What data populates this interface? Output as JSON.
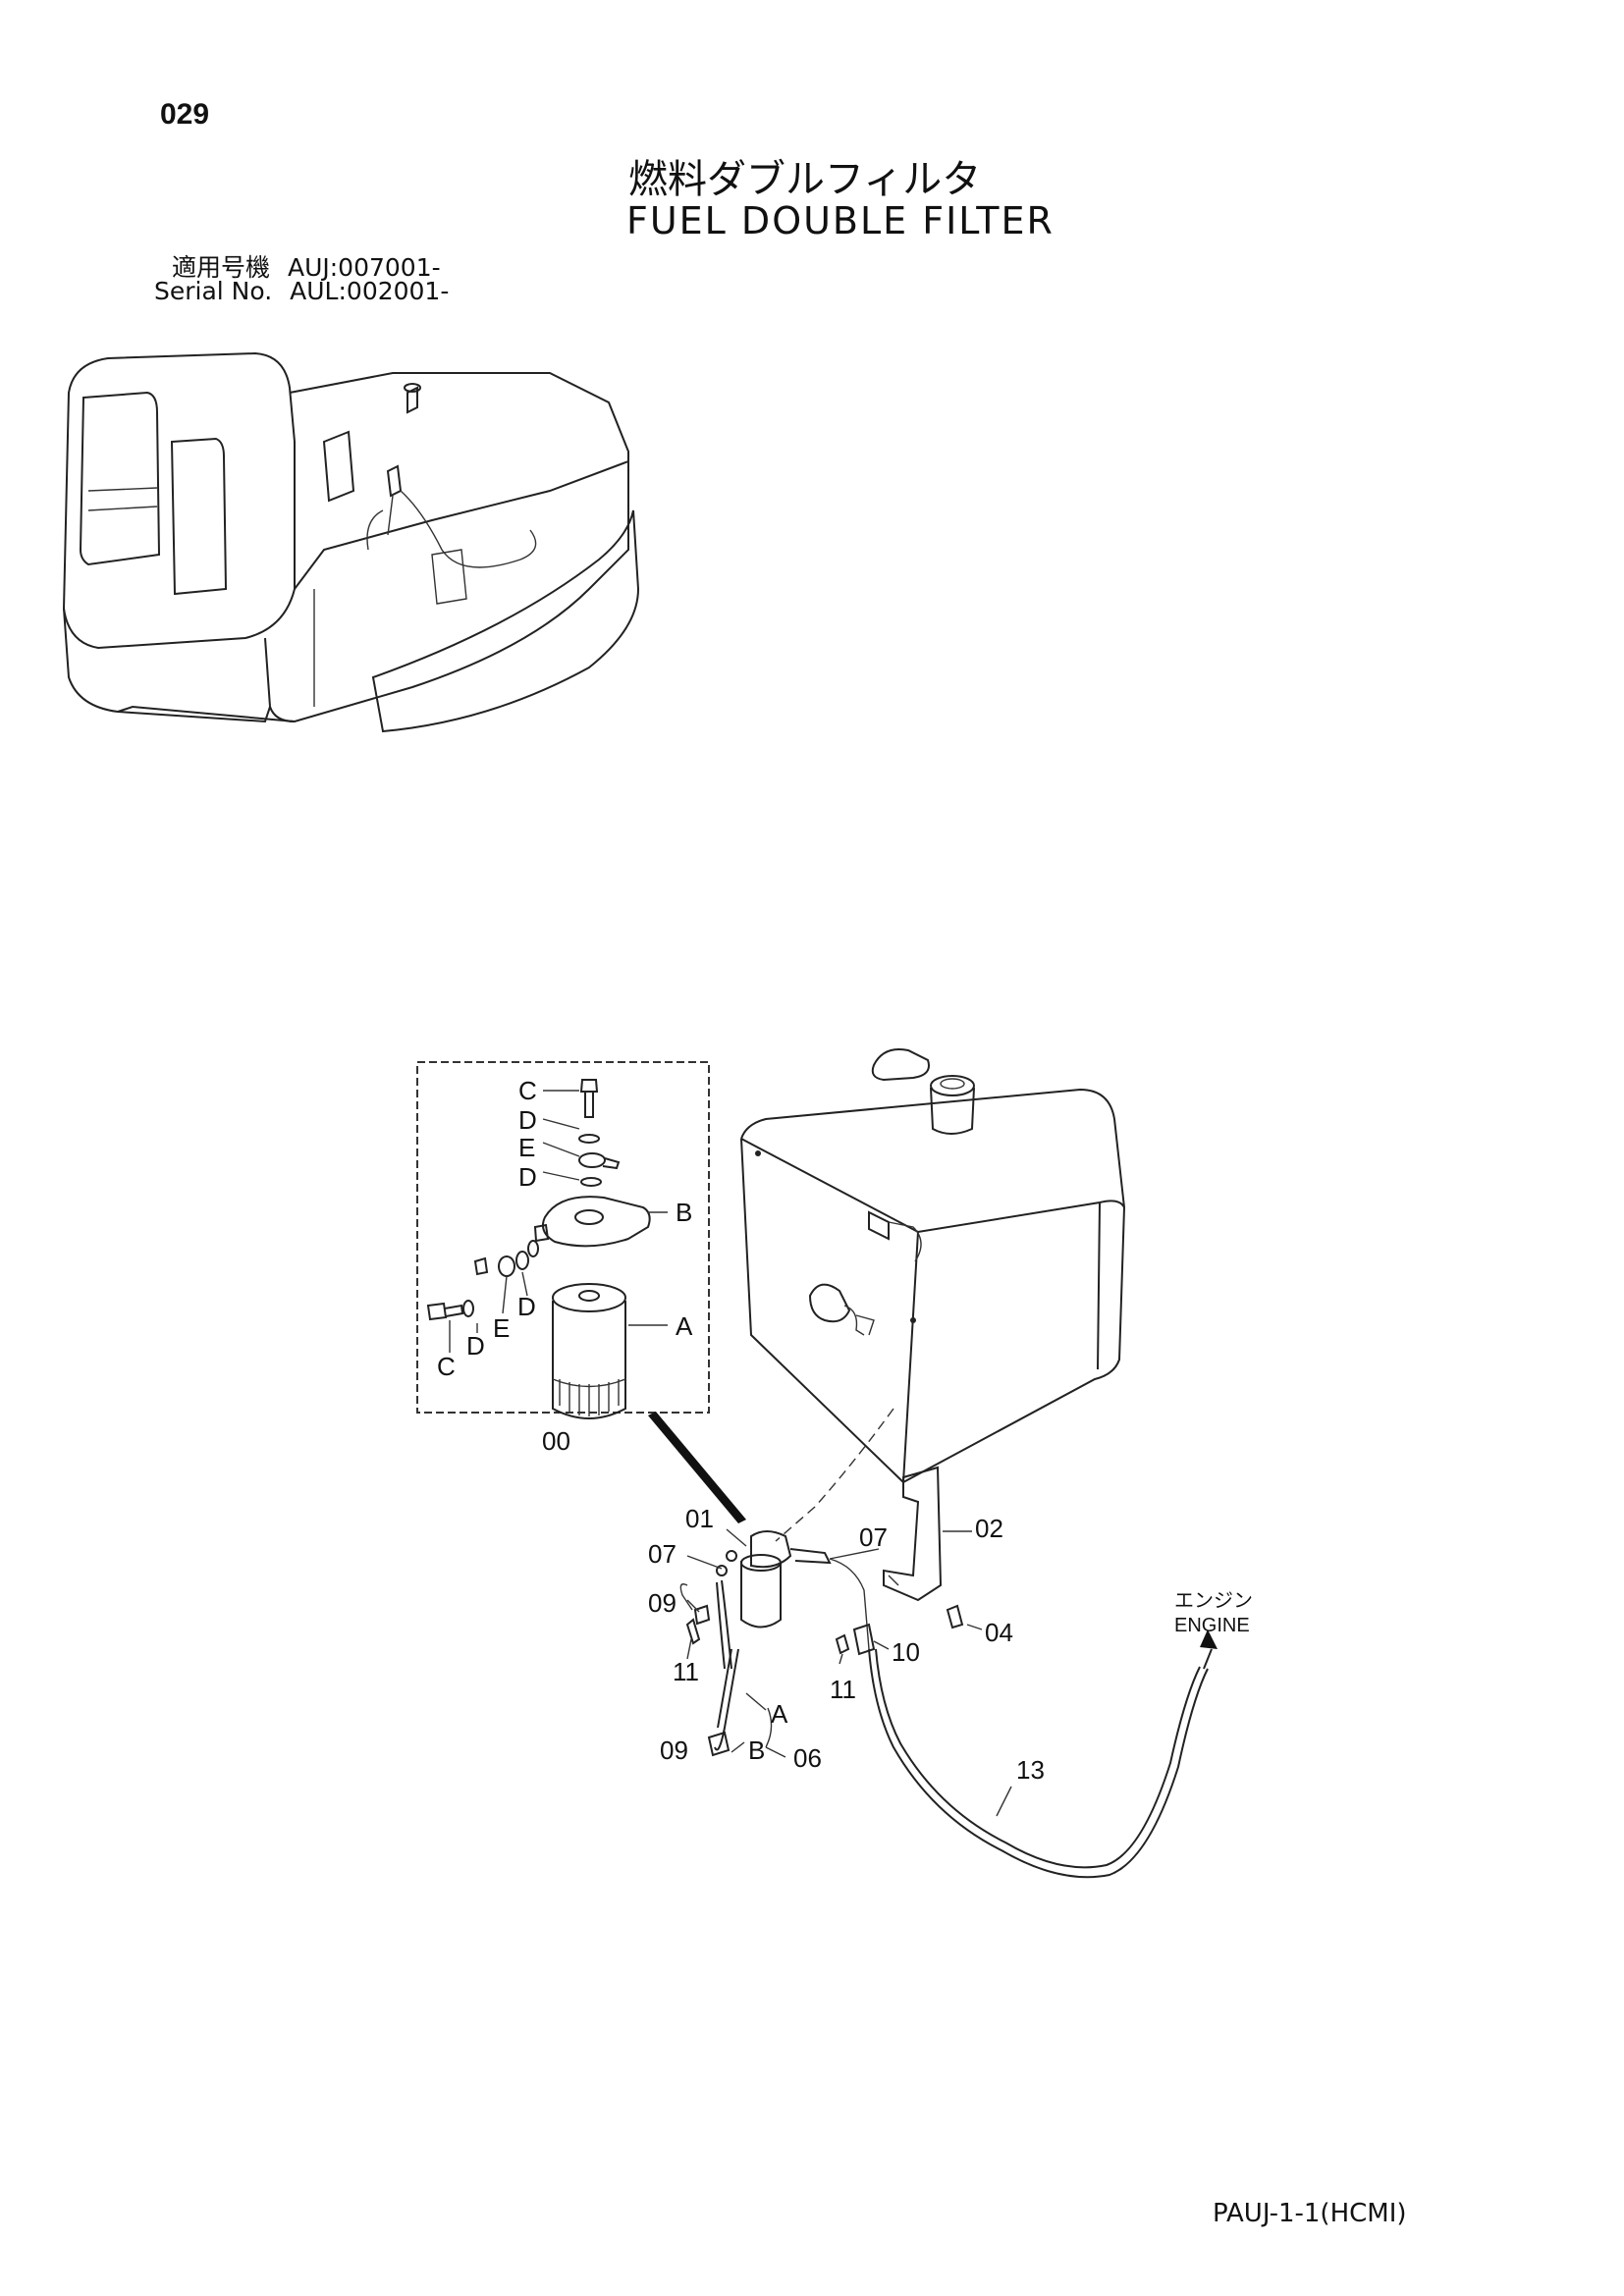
{
  "header": {
    "page_number": "029",
    "title_jp": "燃料ダブルフィルタ",
    "title_en": "FUEL DOUBLE FILTER",
    "serial_label_jp": "適用号機",
    "serial_value_jp": "AUJ:007001-",
    "serial_label_en": "Serial No.",
    "serial_value_en": "AUL:002001-"
  },
  "detail_callouts": {
    "group": "00",
    "labels": [
      "C",
      "D",
      "E",
      "D",
      "B",
      "D",
      "E",
      "D",
      "C",
      "A"
    ]
  },
  "main_callouts": [
    "01",
    "07",
    "09",
    "11",
    "02",
    "07",
    "04",
    "10",
    "11",
    "A",
    "B",
    "06",
    "09",
    "13"
  ],
  "engine_label": {
    "jp": "エンジン",
    "en": "ENGINE"
  },
  "footer": {
    "code": "PAUJ-1-1(HCMI)"
  }
}
